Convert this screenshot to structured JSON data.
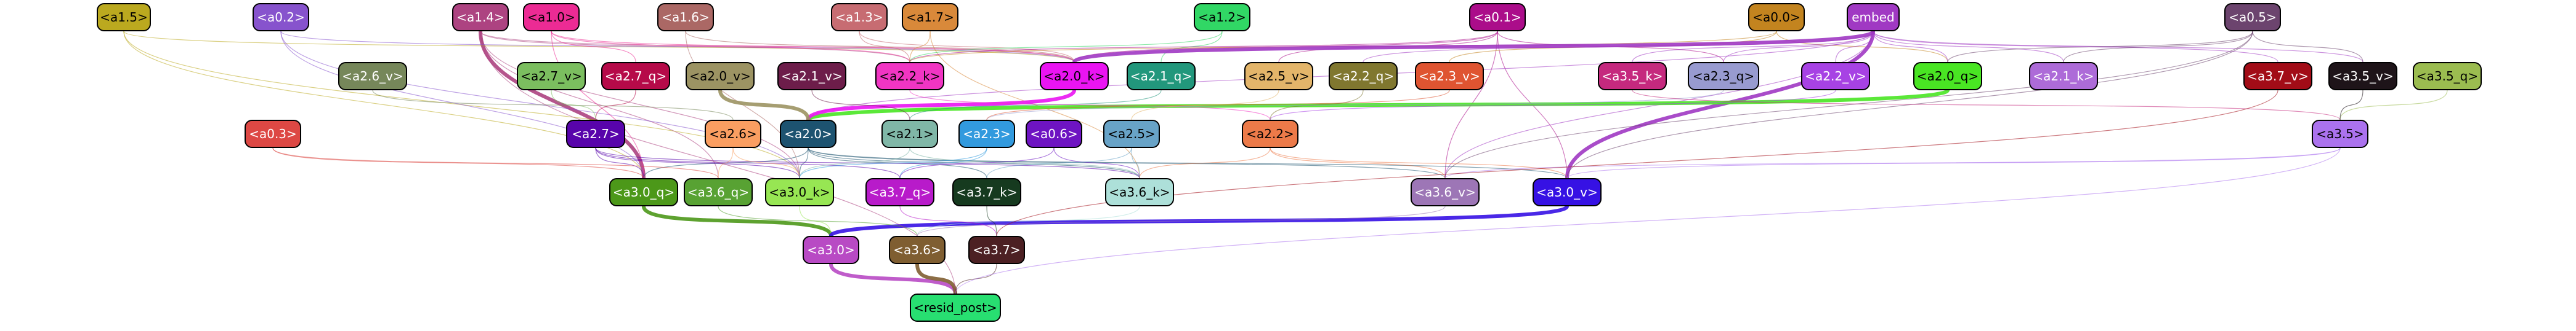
{
  "nodes": [
    {
      "id": "a1.5",
      "label": "<a1.5>",
      "color": "#bba91f"
    },
    {
      "id": "a0.2",
      "label": "<a0.2>",
      "color": "#8753cd"
    },
    {
      "id": "a1.4",
      "label": "<a1.4>",
      "color": "#ad4381"
    },
    {
      "id": "a1.0",
      "label": "<a1.0>",
      "color": "#ec2b94"
    },
    {
      "id": "a1.6",
      "label": "<a1.6>",
      "color": "#ab6865"
    },
    {
      "id": "a1.3",
      "label": "<a1.3>",
      "color": "#c76c72"
    },
    {
      "id": "a1.7",
      "label": "<a1.7>",
      "color": "#d9893a"
    },
    {
      "id": "a1.2",
      "label": "<a1.2>",
      "color": "#31d765"
    },
    {
      "id": "a0.1",
      "label": "<a0.1>",
      "color": "#ab0d8a"
    },
    {
      "id": "a0.0",
      "label": "<a0.0>",
      "color": "#c3841f"
    },
    {
      "id": "embed",
      "label": "embed",
      "color": "#a039c3"
    },
    {
      "id": "a0.5",
      "label": "<a0.5>",
      "color": "#6c446e"
    },
    {
      "id": "a2.6_v",
      "label": "<a2.6_v>",
      "color": "#76875a"
    },
    {
      "id": "a2.7_v",
      "label": "<a2.7_v>",
      "color": "#7bbe5f"
    },
    {
      "id": "a2.7_q",
      "label": "<a2.7_q>",
      "color": "#b60a49"
    },
    {
      "id": "a2.0_v",
      "label": "<a2.0_v>",
      "color": "#9c9363"
    },
    {
      "id": "a2.1_v",
      "label": "<a2.1_v>",
      "color": "#6d1d4a"
    },
    {
      "id": "a2.2_k",
      "label": "<a2.2_k>",
      "color": "#f135c3"
    },
    {
      "id": "a2.0_k",
      "label": "<a2.0_k>",
      "color": "#ea14f2"
    },
    {
      "id": "a2.1_q",
      "label": "<a2.1_q>",
      "color": "#22977c"
    },
    {
      "id": "a2.5_v",
      "label": "<a2.5_v>",
      "color": "#e3b56a"
    },
    {
      "id": "a2.2_q",
      "label": "<a2.2_q>",
      "color": "#80772f"
    },
    {
      "id": "a2.3_v",
      "label": "<a2.3_v>",
      "color": "#df5431"
    },
    {
      "id": "a3.5_k",
      "label": "<a3.5_k>",
      "color": "#c5297e"
    },
    {
      "id": "a2.3_q",
      "label": "<a2.3_q>",
      "color": "#989bd0"
    },
    {
      "id": "a2.2_v",
      "label": "<a2.2_v>",
      "color": "#a742e4"
    },
    {
      "id": "a2.0_q",
      "label": "<a2.0_q>",
      "color": "#49e523"
    },
    {
      "id": "a2.1_k",
      "label": "<a2.1_k>",
      "color": "#ad6bd8"
    },
    {
      "id": "a3.7_v",
      "label": "<a3.7_v>",
      "color": "#a20c17"
    },
    {
      "id": "a3.5_v",
      "label": "<a3.5_v>",
      "color": "#1e1419"
    },
    {
      "id": "a3.5_q",
      "label": "<a3.5_q>",
      "color": "#9bbc50"
    },
    {
      "id": "a0.3",
      "label": "<a0.3>",
      "color": "#dd4844"
    },
    {
      "id": "a2.7",
      "label": "<a2.7>",
      "color": "#5804ab"
    },
    {
      "id": "a2.6",
      "label": "<a2.6>",
      "color": "#fa9e61"
    },
    {
      "id": "a2.0",
      "label": "<a2.0>",
      "color": "#1d5370"
    },
    {
      "id": "a2.1",
      "label": "<a2.1>",
      "color": "#80b7a7"
    },
    {
      "id": "a2.3",
      "label": "<a2.3>",
      "color": "#329ade"
    },
    {
      "id": "a0.6",
      "label": "<a0.6>",
      "color": "#6e14c2"
    },
    {
      "id": "a2.5",
      "label": "<a2.5>",
      "color": "#68a3c7"
    },
    {
      "id": "a2.2",
      "label": "<a2.2>",
      "color": "#ec7a49"
    },
    {
      "id": "a3.5",
      "label": "<a3.5>",
      "color": "#ab72ee"
    },
    {
      "id": "a3.0_q",
      "label": "<a3.0_q>",
      "color": "#4c9819"
    },
    {
      "id": "a3.6_q",
      "label": "<a3.6_q>",
      "color": "#58a233"
    },
    {
      "id": "a3.0_k",
      "label": "<a3.0_k>",
      "color": "#97e653"
    },
    {
      "id": "a3.7_q",
      "label": "<a3.7_q>",
      "color": "#b81bca"
    },
    {
      "id": "a3.7_k",
      "label": "<a3.7_k>",
      "color": "#163a1f"
    },
    {
      "id": "a3.6_k",
      "label": "<a3.6_k>",
      "color": "#ade0d9"
    },
    {
      "id": "a3.6_v",
      "label": "<a3.6_v>",
      "color": "#9d76b6"
    },
    {
      "id": "a3.0_v",
      "label": "<a3.0_v>",
      "color": "#3611e4"
    },
    {
      "id": "a3.0",
      "label": "<a3.0>",
      "color": "#b84ac4"
    },
    {
      "id": "a3.6",
      "label": "<a3.6>",
      "color": "#7f5e31"
    },
    {
      "id": "a3.7",
      "label": "<a3.7>",
      "color": "#4c2023"
    },
    {
      "id": "resid_post",
      "label": "<resid_post>",
      "color": "#28df71"
    }
  ],
  "edges": [
    [
      "a1.4",
      "a3.0_q"
    ],
    [
      "a1.4",
      "a3.0_k"
    ],
    [
      "a1.4",
      "a2.2_k"
    ],
    [
      "a1.4",
      "a3.6_q"
    ],
    [
      "a1.4",
      "a2.0_k"
    ],
    [
      "a1.5",
      "a3.0_q"
    ],
    [
      "a1.5",
      "a3.0_k"
    ],
    [
      "a1.5",
      "a2.0_k"
    ],
    [
      "a0.2",
      "a3.0_q"
    ],
    [
      "a0.2",
      "a2.0_k"
    ],
    [
      "a0.2",
      "a3.0_k"
    ],
    [
      "a1.0",
      "a2.2_k"
    ],
    [
      "a1.0",
      "a2.0_k"
    ],
    [
      "a1.0",
      "a3.0_q"
    ],
    [
      "a1.0",
      "a2.7_q"
    ],
    [
      "a1.6",
      "a2.0_k"
    ],
    [
      "a1.6",
      "a3.0_k"
    ],
    [
      "a1.3",
      "a2.2_k"
    ],
    [
      "a1.3",
      "a2.0_k"
    ],
    [
      "a1.7",
      "a2.2_k"
    ],
    [
      "a1.7",
      "a3.6_k"
    ],
    [
      "a1.2",
      "a2.1_q"
    ],
    [
      "a1.2",
      "a2.2_k"
    ],
    [
      "a0.1",
      "a2.0_k"
    ],
    [
      "a0.1",
      "a2.2_k"
    ],
    [
      "a0.1",
      "a3.0_v"
    ],
    [
      "a0.1",
      "a3.6_v"
    ],
    [
      "a0.1",
      "a2.3_q"
    ],
    [
      "a0.1",
      "a2.5_v"
    ],
    [
      "a0.0",
      "a2.3_v"
    ],
    [
      "a0.0",
      "a2.0_q"
    ],
    [
      "a0.0",
      "a2.2_k"
    ],
    [
      "embed",
      "a2.0_k"
    ],
    [
      "embed",
      "a3.0_v"
    ],
    [
      "embed",
      "a2.0_q"
    ],
    [
      "embed",
      "a2.3_q"
    ],
    [
      "embed",
      "a2.2_v"
    ],
    [
      "embed",
      "a2.1_k"
    ],
    [
      "embed",
      "a3.5_k"
    ],
    [
      "embed",
      "a2.0"
    ],
    [
      "embed",
      "a3.6_v"
    ],
    [
      "embed",
      "a3.7_v"
    ],
    [
      "embed",
      "a3.5_v"
    ],
    [
      "embed",
      "a2.2_q"
    ],
    [
      "a0.5",
      "a2.0_q"
    ],
    [
      "a0.5",
      "a3.6_v"
    ],
    [
      "a0.5",
      "a3.0_v"
    ],
    [
      "a0.5",
      "a3.5_v"
    ],
    [
      "a0.5",
      "a2.1_k"
    ],
    [
      "a2.0_q",
      "a2.0"
    ],
    [
      "a2.0_k",
      "a2.0"
    ],
    [
      "a2.0_v",
      "a2.0"
    ],
    [
      "a2.1_q",
      "a2.1"
    ],
    [
      "a2.1_v",
      "a2.1"
    ],
    [
      "a2.2_k",
      "a2.2"
    ],
    [
      "a2.2_q",
      "a2.2"
    ],
    [
      "a2.2_v",
      "a2.2"
    ],
    [
      "a2.3_q",
      "a2.3"
    ],
    [
      "a2.3_v",
      "a2.3"
    ],
    [
      "a2.5_v",
      "a2.5"
    ],
    [
      "a2.6_v",
      "a2.6"
    ],
    [
      "a2.7_q",
      "a2.7"
    ],
    [
      "a2.7_v",
      "a2.7"
    ],
    [
      "a3.5_q",
      "a3.5"
    ],
    [
      "a3.5_k",
      "a3.5"
    ],
    [
      "a3.5_v",
      "a3.5"
    ],
    [
      "a2.0",
      "a3.0_k"
    ],
    [
      "a2.0",
      "a3.6_k"
    ],
    [
      "a2.0",
      "a3.7_k"
    ],
    [
      "a2.0",
      "a3.0_q"
    ],
    [
      "a2.0",
      "a3.6_v"
    ],
    [
      "a2.0",
      "a3.0_v"
    ],
    [
      "a2.7",
      "a3.0_q"
    ],
    [
      "a2.7",
      "a3.7_q"
    ],
    [
      "a2.7",
      "a3.6_k"
    ],
    [
      "a2.7",
      "a3.0_k"
    ],
    [
      "a2.6",
      "a3.0_k"
    ],
    [
      "a2.6",
      "a3.6_q"
    ],
    [
      "a2.1",
      "a3.6_k"
    ],
    [
      "a2.1",
      "a3.0_k"
    ],
    [
      "a2.3",
      "a3.7_q"
    ],
    [
      "a2.3",
      "a3.0_k"
    ],
    [
      "a0.6",
      "a3.7_q"
    ],
    [
      "a0.6",
      "a3.6_k"
    ],
    [
      "a2.5",
      "a3.6_k"
    ],
    [
      "a2.5",
      "a3.7_k"
    ],
    [
      "a2.2",
      "a3.6_v"
    ],
    [
      "a2.2",
      "a3.0_v"
    ],
    [
      "a2.2",
      "a3.6_k"
    ],
    [
      "a0.3",
      "a3.0_q"
    ],
    [
      "a0.3",
      "a3.6_q"
    ],
    [
      "a3.5",
      "a3.6_v"
    ],
    [
      "a3.5",
      "a3.0_v"
    ],
    [
      "a3.0_q",
      "a3.0"
    ],
    [
      "a3.0_k",
      "a3.0"
    ],
    [
      "a3.0_v",
      "a3.0"
    ],
    [
      "a3.6_q",
      "a3.6"
    ],
    [
      "a3.6_k",
      "a3.6"
    ],
    [
      "a3.6_v",
      "a3.6"
    ],
    [
      "a3.7_q",
      "a3.7"
    ],
    [
      "a3.7_k",
      "a3.7"
    ],
    [
      "a3.7_v",
      "a3.7"
    ],
    [
      "a3.0",
      "resid_post"
    ],
    [
      "a3.6",
      "resid_post"
    ],
    [
      "a3.7",
      "resid_post"
    ],
    [
      "a1.4",
      "resid_post"
    ],
    [
      "a3.5",
      "resid_post"
    ]
  ]
}
